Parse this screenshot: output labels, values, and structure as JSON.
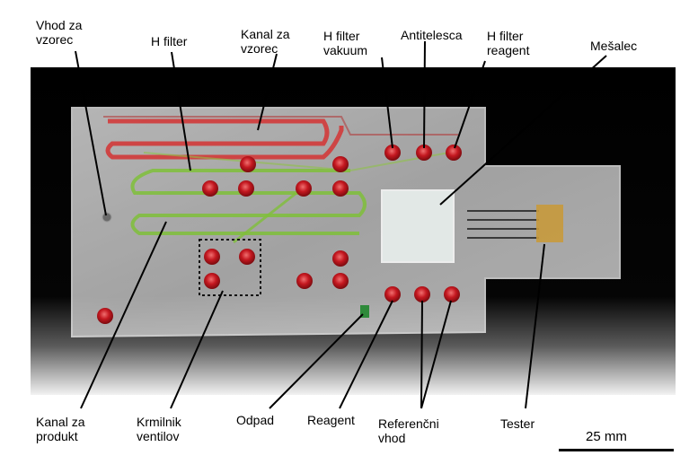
{
  "labels": {
    "vhod_za_vzorec": "Vhod za\nvzorec",
    "h_filter": "H filter",
    "kanal_za_vzorec": "Kanal za\nvzorec",
    "h_filter_vakuum": "H filter\nvakuum",
    "antitelesca": "Antitelesca",
    "h_filter_reagent": "H filter\nreagent",
    "mesalec": "Mešalec",
    "kanal_za_produkt": "Kanal za\nprodukt",
    "krmilnik_ventilov": "Krmilnik\nventilov",
    "odpad": "Odpad",
    "reagent": "Reagent",
    "referencni_vhod": "Referenčni\nvhod",
    "tester": "Tester"
  },
  "scale_bar": {
    "label": "25 mm"
  },
  "colors": {
    "background": "#ffffff",
    "photo_backdrop": "#000000",
    "chip": "#d9d9d9",
    "port_red": "#c81a22",
    "channel_red": "#d23a3a",
    "channel_green": "#7fbf3a",
    "tester_gold": "#c89a3c"
  }
}
